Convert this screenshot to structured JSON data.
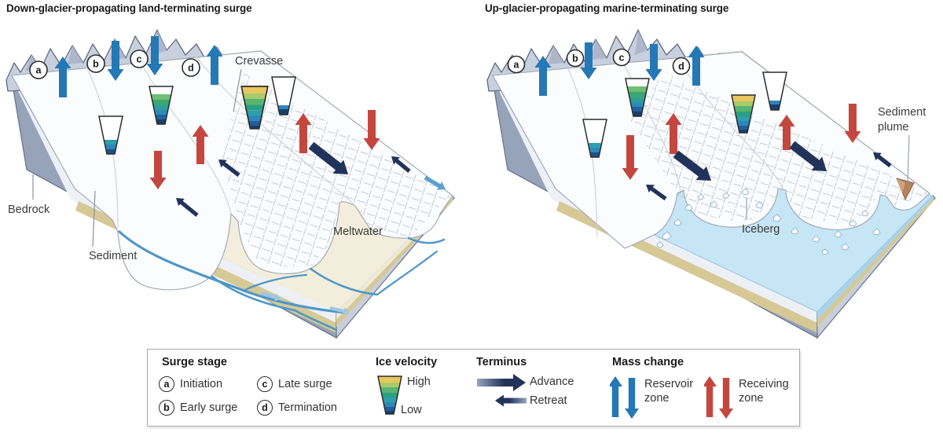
{
  "figure": {
    "panels": [
      {
        "title": "Down-glacier-propagating land-terminating surge",
        "stage_markers": [
          "a",
          "b",
          "c",
          "d"
        ],
        "labels": {
          "crevasse": "Crevasse",
          "bedrock": "Bedrock",
          "sediment": "Sediment",
          "meltwater": "Meltwater"
        }
      },
      {
        "title": "Up-glacier-propagating marine-terminating surge",
        "stage_markers": [
          "a",
          "b",
          "c",
          "d"
        ],
        "labels": {
          "sediment_plume_line1": "Sediment",
          "sediment_plume_line2": "plume",
          "iceberg": "Iceberg"
        }
      }
    ],
    "legend": {
      "surge_stage": {
        "title": "Surge stage",
        "items": [
          {
            "marker": "a",
            "label": "Initiation"
          },
          {
            "marker": "b",
            "label": "Early surge"
          },
          {
            "marker": "c",
            "label": "Late surge"
          },
          {
            "marker": "d",
            "label": "Termination"
          }
        ]
      },
      "ice_velocity": {
        "title": "Ice velocity",
        "high_label": "High",
        "low_label": "Low"
      },
      "terminus": {
        "title": "Terminus",
        "advance_label": "Advance",
        "retreat_label": "Retreat"
      },
      "mass_change": {
        "title": "Mass change",
        "reservoir_label": "Reservoir zone",
        "receiving_label": "Receiving zone"
      }
    },
    "colors": {
      "reservoir_blue": "#2478b5",
      "receiving_red": "#c4473f",
      "terminus_navy": "#22335a",
      "velocity_high_yellow": "#e9c75f",
      "velocity_low_navy": "#173f6d",
      "meltwater_blue": "#4f97c6",
      "ocean_blue": "#c6e5f5",
      "sediment_tan": "#d6c996",
      "bedrock_gray": "#97a3b9"
    }
  }
}
